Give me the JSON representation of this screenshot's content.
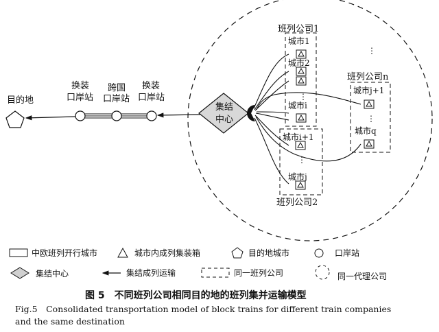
{
  "nodes": {
    "destination": "目的地",
    "port_transfer_1": [
      "换装",
      "口岸站"
    ],
    "port_cross_border": [
      "跨国",
      "口岸站"
    ],
    "port_transfer_2": [
      "换装",
      "口岸站"
    ],
    "hub": [
      "集结",
      "中心"
    ]
  },
  "groups": {
    "company_1": {
      "label": "班列公司1",
      "cities": [
        "城市1",
        "城市2",
        "城市i"
      ],
      "ellipsis": "⋮"
    },
    "company_2": {
      "label": "班列公司2",
      "cities": [
        "城市i+1",
        "城市j"
      ],
      "ellipsis": "⋮"
    },
    "company_n": {
      "label": "班列公司n",
      "cities": [
        "城市j+1",
        "城市q"
      ],
      "ellipsis": "⋮"
    },
    "between_ellipsis": "⋮"
  },
  "legend": {
    "city": "中欧班列开行城市",
    "container": "城市内成列集装箱",
    "dest_city": "目的地城市",
    "port": "口岸站",
    "hub": "集结中心",
    "transport": "集结成列运输",
    "same_company": "同一班列公司",
    "same_agent": "同一代理公司"
  },
  "caption": {
    "cn": "图 5　不同班列公司相同目的地的班列集并运输模型",
    "en_line1": "Fig.5　Consolidated transportation model of block trains for different train companies",
    "en_line2": "and the same destination"
  }
}
